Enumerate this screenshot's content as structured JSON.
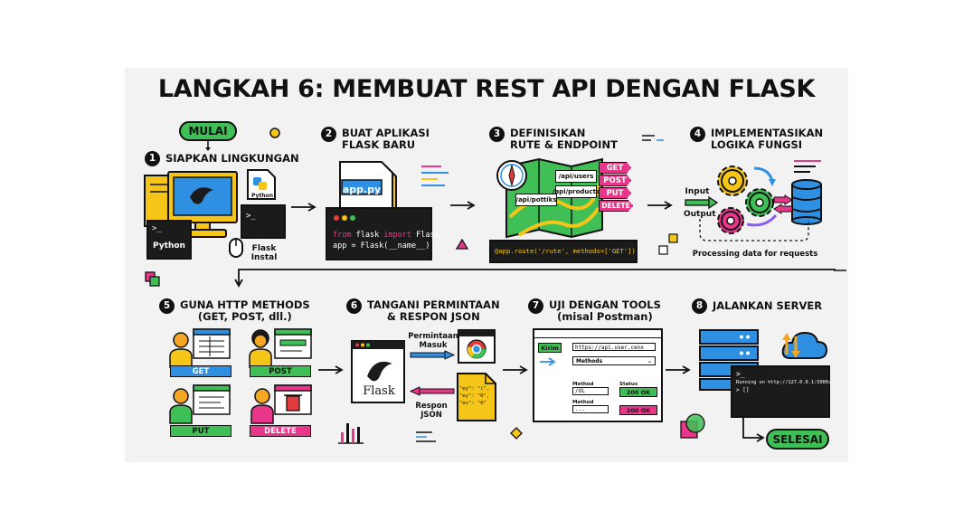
{
  "title": "LANGKAH 6: MEMBUAT REST API DENGAN FLASK",
  "start_label": "MULAI",
  "end_label": "SELESAI",
  "steps": [
    {
      "num": "1",
      "title": "SIAPKAN LINGKUNGAN",
      "subtitle": ""
    },
    {
      "num": "2",
      "title": "BUAT APLIKASI",
      "subtitle": "FLASK BARU"
    },
    {
      "num": "3",
      "title": "DEFINISIKAN",
      "subtitle": "RUTE & ENDPOINT"
    },
    {
      "num": "4",
      "title": "IMPLEMENTASIKAN",
      "subtitle": "LOGIKA FUNGSI"
    },
    {
      "num": "5",
      "title": "GUNA HTTP METHODS",
      "subtitle": "(GET, POST, dll.)"
    },
    {
      "num": "6",
      "title": "TANGANI PERMINTAAN",
      "subtitle": "& RESPON JSON"
    },
    {
      "num": "7",
      "title": "UJI DENGAN TOOLS",
      "subtitle": "(misal Postman)"
    },
    {
      "num": "8",
      "title": "JALANKAN SERVER",
      "subtitle": ""
    }
  ],
  "step1": {
    "python_label": "Python",
    "python_file": "Python",
    "flask_install": "Flask",
    "flask_install_2": "Instal",
    "prompt": ">_"
  },
  "step2": {
    "file_name": "app.py",
    "code_line1_kw1": "from",
    "code_line1_mod": "flask",
    "code_line1_kw2": "import",
    "code_line1_cls": "Flask",
    "code_line2": "app = Flask(__name__)"
  },
  "step3": {
    "routes": [
      "/api/users",
      "/api/products",
      "/api/pottiks"
    ],
    "methods": [
      "GET",
      "POST",
      "PUT",
      "DELETE"
    ],
    "decorator": "@app.route('/rute', methods=['GET'])"
  },
  "step4": {
    "input": "Input",
    "output": "Output",
    "caption": "Processing data for requests"
  },
  "step5": {
    "methods": [
      "GET",
      "POST",
      "PUT",
      "DELETE"
    ]
  },
  "step6": {
    "flask_label": "Flask",
    "request_label": "Permintaan",
    "request_label_2": "Masuk",
    "response_label": "Respon",
    "response_label_2": "JSON",
    "json_preview": "\"ey\": \"(\",  \"ey\": \"0\",  \"es\": \"0\""
  },
  "step7": {
    "send_button": "Kirim",
    "url": "https://api.user.cenx",
    "methods_select": "Methods",
    "method_col": "Method",
    "status_col": "Status",
    "method_value": "/UL",
    "method_col_2": "Method",
    "method_value_2": "...",
    "status_ok_1": "200 OK",
    "status_ok_2": "200 OK"
  },
  "step8": {
    "prompt": ">_",
    "running": "Running on http://127.0.0.1:5000/",
    "cursor": "> []"
  },
  "colors": {
    "green": "#3fbf55",
    "yellow": "#f5c518",
    "blue": "#2f8fe0",
    "pink": "#e8378a",
    "red": "#e23b3b",
    "dark": "#1b1b1b",
    "purple": "#8b5cf6"
  }
}
